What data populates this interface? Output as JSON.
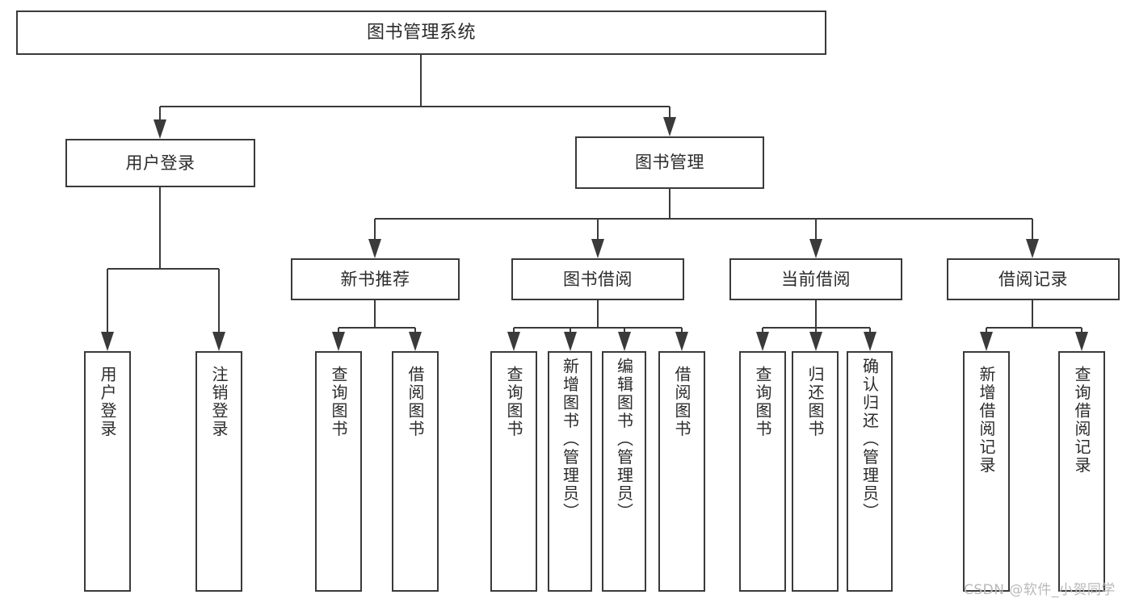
{
  "diagram": {
    "title": "图书管理系统",
    "type": "tree",
    "orientation": "top-down",
    "colors": {
      "background": "#ffffff",
      "stroke": "#3a3a3a",
      "node_fill": "#ffffff",
      "text": "#2b2b2b",
      "watermark": "#b9b9b9"
    },
    "root": {
      "label": "图书管理系统"
    },
    "level2": [
      {
        "label": "用户登录"
      },
      {
        "label": "图书管理"
      }
    ],
    "level3": [
      {
        "label": "新书推荐"
      },
      {
        "label": "图书借阅"
      },
      {
        "label": "当前借阅"
      },
      {
        "label": "借阅记录"
      }
    ],
    "leaves": {
      "user_login": [
        {
          "label": "用户登录"
        },
        {
          "label": "注销登录"
        }
      ],
      "new_book_recommend": [
        {
          "label": "查询图书"
        },
        {
          "label": "借阅图书"
        }
      ],
      "book_borrow": [
        {
          "label": "查询图书"
        },
        {
          "label": "新增图书（管理员）"
        },
        {
          "label": "编辑图书（管理员）"
        },
        {
          "label": "借阅图书"
        }
      ],
      "current_borrow": [
        {
          "label": "查询图书"
        },
        {
          "label": "归还图书"
        },
        {
          "label": "确认归还（管理员）"
        }
      ],
      "borrow_record": [
        {
          "label": "新增借阅记录"
        },
        {
          "label": "查询借阅记录"
        }
      ]
    },
    "watermark": {
      "text": "CSDN @软件_小贺同学"
    }
  }
}
